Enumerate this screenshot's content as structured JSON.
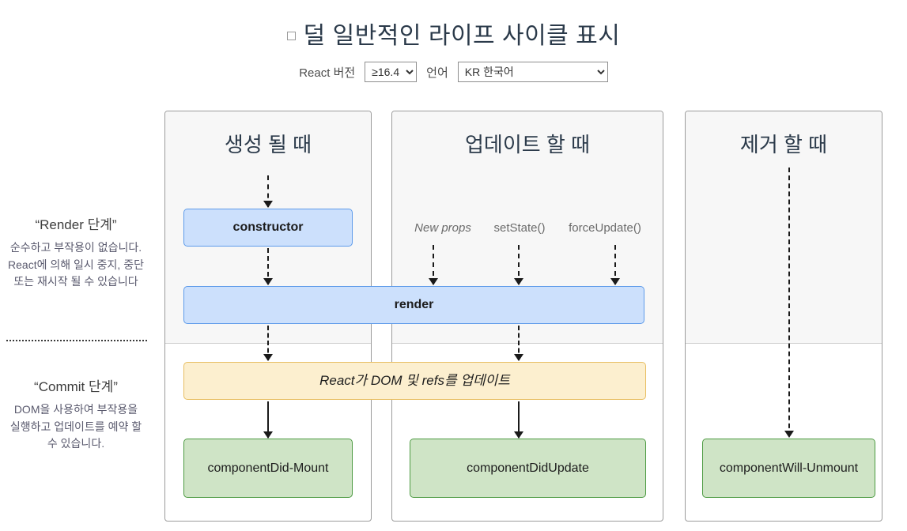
{
  "header": {
    "checkbox_label": "less-common-lifecycle-checkbox",
    "title": "덜 일반적인 라이프 사이클 표시",
    "version_label": "React 버전",
    "version_value": "≥16.4",
    "version_options": [
      "≥16.4"
    ],
    "language_label": "언어",
    "language_value": "KR 한국어",
    "language_options": [
      "KR 한국어"
    ]
  },
  "sidebar": {
    "render_phase": {
      "title": "“Render 단계”",
      "description": "순수하고 부작용이 없습니다. React에 의해 일시 중지, 중단 또는 재시작 될 수 있습니다"
    },
    "commit_phase": {
      "title": "“Commit 단계”",
      "description": "DOM을 사용하여 부작용을 실행하고 업데이트를 예약 할 수 있습니다."
    }
  },
  "columns": [
    {
      "id": "mount",
      "title": "생성 될 때"
    },
    {
      "id": "update",
      "title": "업데이트 할 때"
    },
    {
      "id": "unmount",
      "title": "제거 할 때"
    }
  ],
  "triggers": [
    {
      "id": "new-props",
      "label": "New props",
      "italic": true
    },
    {
      "id": "set-state",
      "label": "setState()",
      "italic": false
    },
    {
      "id": "force-update",
      "label": "forceUpdate()",
      "italic": false
    }
  ],
  "boxes": {
    "constructor": "constructor",
    "render": "render",
    "commit": "React가 DOM 및 refs를 업데이트",
    "component_did_mount": "componentDid-Mount",
    "component_did_update": "componentDidUpdate",
    "component_will_unmount": "componentWill-Unmount"
  },
  "colors": {
    "render_box_fill": "#cce0fc",
    "render_box_border": "#5e9bea",
    "commit_box_fill": "#fcefcf",
    "commit_box_border": "#e8bf63",
    "lifecycle_box_fill": "#cfe4c6",
    "lifecycle_box_border": "#4d9b42",
    "panel_top_bg": "#f7f7f7",
    "panel_border": "#9b9b9b",
    "title_color": "#2b3a4a"
  }
}
